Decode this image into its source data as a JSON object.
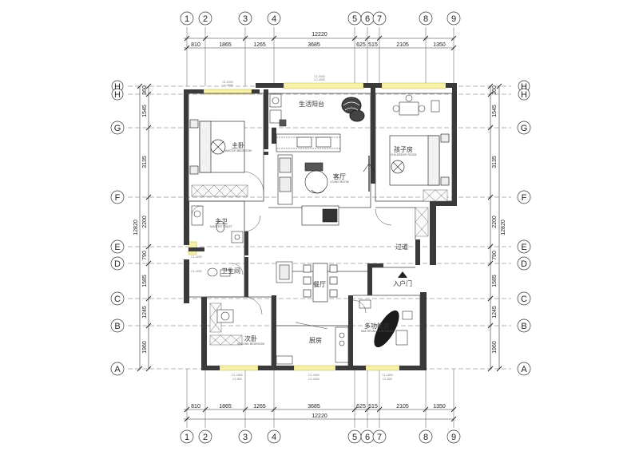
{
  "grid_columns": [
    "1",
    "2",
    "3",
    "4",
    "5",
    "6",
    "7",
    "8",
    "9"
  ],
  "grid_rows": [
    "H",
    "H",
    "G",
    "F",
    "E",
    "D",
    "C",
    "B",
    "A"
  ],
  "top_dims": [
    "810",
    "1865",
    "1265",
    "3685",
    "625",
    "515",
    "2105",
    "1350"
  ],
  "bottom_dims": [
    "810",
    "1865",
    "1265",
    "3685",
    "625",
    "515",
    "2105",
    "1350"
  ],
  "total_width": "12220",
  "side_dims": [
    "360",
    "1545",
    "3135",
    "2200",
    "790",
    "1585",
    "1245",
    "1960"
  ],
  "total_height": "12820",
  "rooms": {
    "balcony": "生活阳台",
    "living": "客厅",
    "living_en": "LIVING ROOM",
    "master": "主卧",
    "master_en": "MASTER BEDROOM",
    "kids": "孩子房",
    "kids_en": "CHILDREN'S ROOM",
    "master_bath": "主卫",
    "master_bath_en": "MASTER TOILET",
    "bath": "卫生间",
    "corridor": "过道",
    "entry": "入户门",
    "dining": "餐厅",
    "second": "次卧",
    "second_en": "SECOND BEDROOM",
    "kitchen": "厨房",
    "multi": "多功能房",
    "multi_en": "MULTIFUNCTION ROOM"
  },
  "window_tags": {
    "w_top": [
      "C1-2000",
      "LC-4000"
    ],
    "w_top2": [
      "C1-2000",
      "LC-4000"
    ],
    "w_left": [
      "C1-1600",
      "C1-1600"
    ],
    "w_bot1": [
      "C1-1800",
      "C1-800"
    ],
    "w_bot2": [
      "C1-1600",
      "C1-1600"
    ],
    "w_bot3": [
      "C1-1800",
      "C1-800"
    ]
  }
}
